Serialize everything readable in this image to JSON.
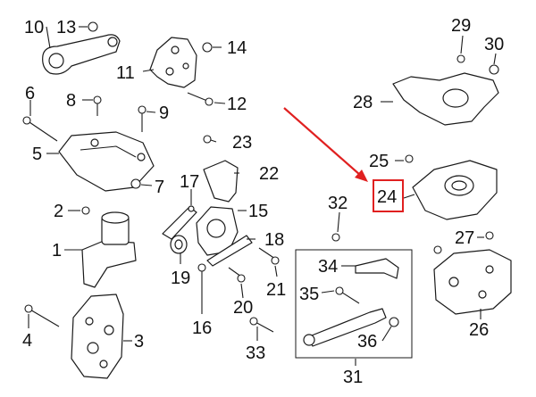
{
  "callouts": [
    {
      "id": "c1",
      "text": "1"
    },
    {
      "id": "c2",
      "text": "2"
    },
    {
      "id": "c3",
      "text": "3"
    },
    {
      "id": "c4",
      "text": "4"
    },
    {
      "id": "c5",
      "text": "5"
    },
    {
      "id": "c6",
      "text": "6"
    },
    {
      "id": "c7",
      "text": "7"
    },
    {
      "id": "c8",
      "text": "8"
    },
    {
      "id": "c9",
      "text": "9"
    },
    {
      "id": "c10",
      "text": "10"
    },
    {
      "id": "c11",
      "text": "11"
    },
    {
      "id": "c12",
      "text": "12"
    },
    {
      "id": "c13",
      "text": "13"
    },
    {
      "id": "c14",
      "text": "14"
    },
    {
      "id": "c15",
      "text": "15"
    },
    {
      "id": "c16",
      "text": "16"
    },
    {
      "id": "c17",
      "text": "17"
    },
    {
      "id": "c18",
      "text": "18"
    },
    {
      "id": "c19",
      "text": "19"
    },
    {
      "id": "c20",
      "text": "20"
    },
    {
      "id": "c21",
      "text": "21"
    },
    {
      "id": "c22",
      "text": "22"
    },
    {
      "id": "c23",
      "text": "23"
    },
    {
      "id": "c24",
      "text": "24"
    },
    {
      "id": "c25",
      "text": "25"
    },
    {
      "id": "c26",
      "text": "26"
    },
    {
      "id": "c27",
      "text": "27"
    },
    {
      "id": "c28",
      "text": "28"
    },
    {
      "id": "c29",
      "text": "29"
    },
    {
      "id": "c30",
      "text": "30"
    },
    {
      "id": "c31",
      "text": "31"
    },
    {
      "id": "c32",
      "text": "32"
    },
    {
      "id": "c33",
      "text": "33"
    },
    {
      "id": "c34",
      "text": "34"
    },
    {
      "id": "c35",
      "text": "35"
    },
    {
      "id": "c36",
      "text": "36"
    }
  ],
  "highlight": {
    "callout": "24",
    "color": "#e02020"
  },
  "colors": {
    "line": "#1a1a1a",
    "accent": "#e02020"
  }
}
